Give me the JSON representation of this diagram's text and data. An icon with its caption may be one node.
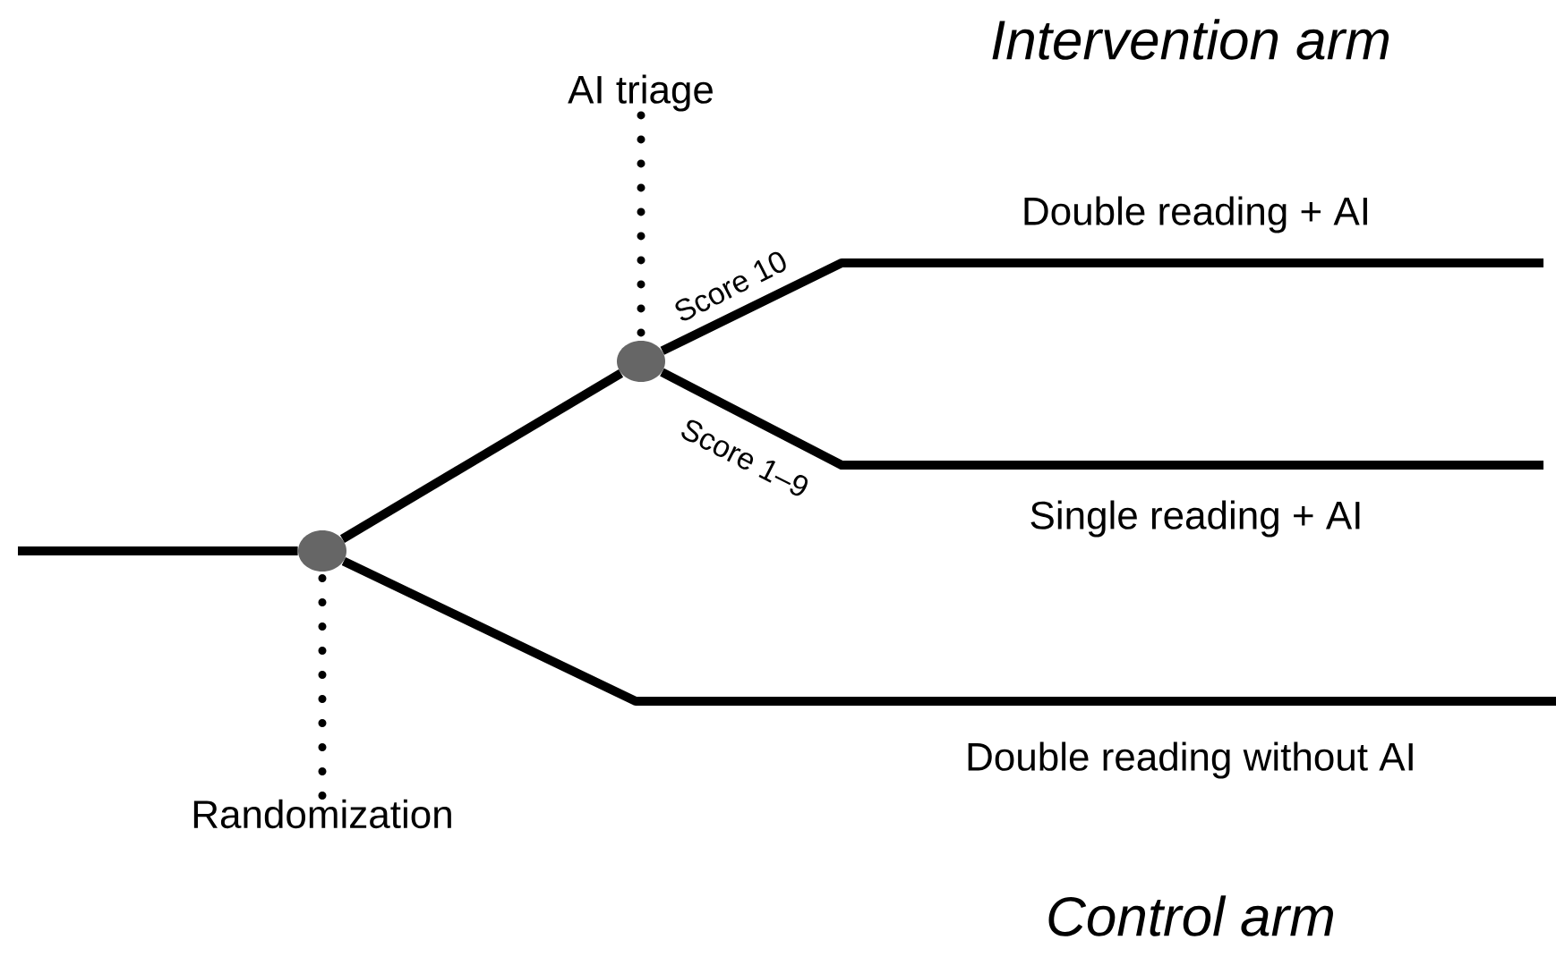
{
  "diagram": {
    "nodes": [
      {
        "text": [
          "Randomization"
        ]
      },
      {
        "text": [],
        "shape": "circle"
      },
      {
        "text": [
          "AI triage"
        ]
      },
      {
        "text": [],
        "shape": "circle"
      }
    ],
    "edges": [
      {
        "from": null,
        "to": 1,
        "arrow": "none"
      },
      {
        "from": 1,
        "to": 3,
        "arrow": "none"
      },
      {
        "from": 3,
        "to": null,
        "arrow": "none",
        "label": "Score 10"
      },
      {
        "from": 3,
        "to": null,
        "arrow": "none",
        "label": "Score 1–9"
      },
      {
        "from": 1,
        "to": null,
        "arrow": "none"
      },
      {
        "from": 0,
        "to": 1,
        "arrow": "none",
        "style": "dashed"
      },
      {
        "from": 2,
        "to": 3,
        "arrow": "none",
        "style": "dashed"
      }
    ],
    "labels": [
      "Intervention arm",
      "Double reading + AI",
      "Single reading + AI",
      "Double reading without AI",
      "Control arm"
    ]
  }
}
